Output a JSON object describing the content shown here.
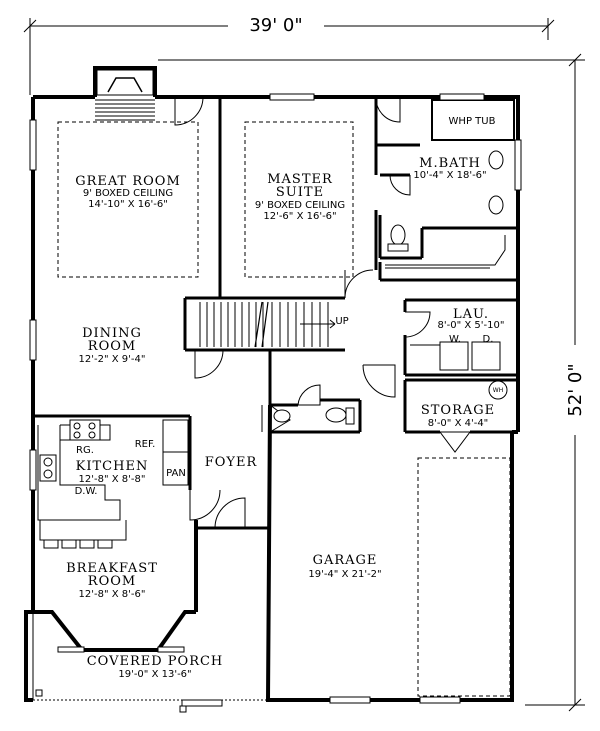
{
  "dimensions": {
    "width": "39' 0\"",
    "depth": "52' 0\""
  },
  "rooms": {
    "great_room": {
      "name": "GREAT ROOM",
      "ceiling": "9' BOXED CEILING",
      "size": "14'-10\" X 16'-6\""
    },
    "master_suite": {
      "name_line1": "MASTER",
      "name_line2": "SUITE",
      "ceiling": "9' BOXED CEILING",
      "size": "12'-6\" X 16'-6\""
    },
    "master_bath": {
      "name": "M.BATH",
      "size": "10'-4\" X 18'-6\""
    },
    "laundry": {
      "name": "LAU.",
      "size": "8'-0\" X 5'-10\""
    },
    "dining_room": {
      "name_line1": "DINING",
      "name_line2": "ROOM",
      "size": "12'-2\" X 9'-4\""
    },
    "storage": {
      "name": "STORAGE",
      "size": "8'-0\" X 4'-4\""
    },
    "kitchen": {
      "name": "KITCHEN",
      "size": "12'-8\" X 8'-8\""
    },
    "foyer": {
      "name": "FOYER"
    },
    "breakfast_room": {
      "name_line1": "BREAKFAST",
      "name_line2": "ROOM",
      "size": "12'-8\" X 8'-6\""
    },
    "garage": {
      "name": "GARAGE",
      "size": "19'-4\" X 21'-2\""
    },
    "covered_porch": {
      "name": "COVERED PORCH",
      "size": "19'-0\" X 13'-6\""
    }
  },
  "fixtures": {
    "tub": "WHP TUB",
    "stairs_up": "UP",
    "washer": "W.",
    "dryer": "D.",
    "range": "RG.",
    "refrigerator": "REF.",
    "pantry": "PAN",
    "dishwasher": "D.W.",
    "water_heater": "WH"
  }
}
